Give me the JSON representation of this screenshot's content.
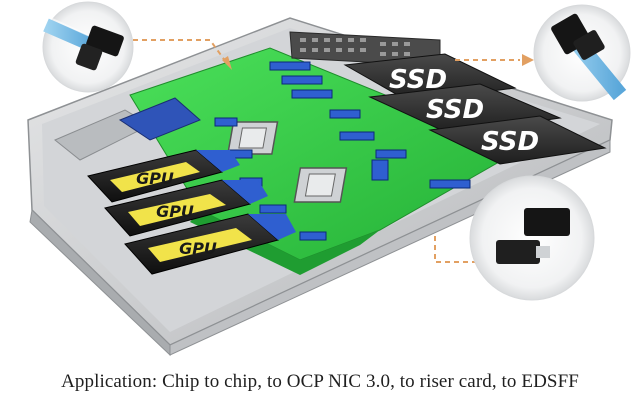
{
  "caption": "Application: Chip to chip, to OCP NIC 3.0, to riser card, to EDSFF",
  "drive_labels": [
    "SSD",
    "SSD",
    "SSD"
  ],
  "gpu_labels": [
    "GPU",
    "GPU",
    "GPU"
  ],
  "colors": {
    "motherboard": "#36d046",
    "chassis": "#c9cbcd",
    "ssd": "#2b2b2b",
    "cable_blue": "#3a6fd1",
    "connector_black": "#151515",
    "arrow": "#e2a062"
  }
}
